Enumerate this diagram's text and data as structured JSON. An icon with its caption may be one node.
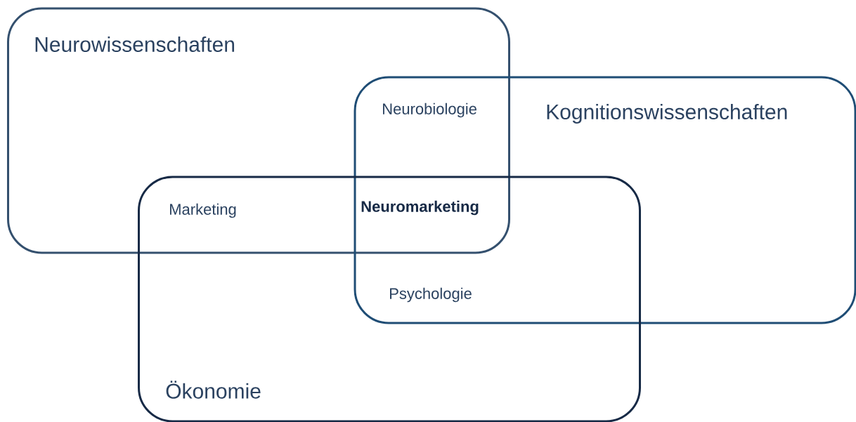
{
  "diagram": {
    "nodes": [
      {
        "text": [
          "Neurowissenschaften"
        ]
      },
      {
        "text": [
          "Kognitionswissenschaften"
        ]
      },
      {
        "text": [
          "Ökonomie"
        ]
      }
    ],
    "labels": [
      "Neurobiologie",
      "Marketing",
      "Neuromarketing",
      "Psychologie"
    ]
  }
}
